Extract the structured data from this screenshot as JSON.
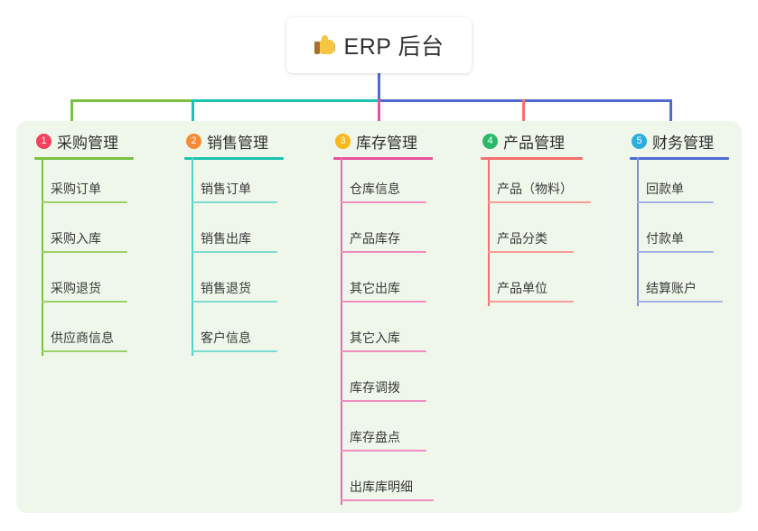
{
  "root": {
    "icon": "thumbs-up-icon",
    "title": "ERP 后台"
  },
  "colors": {
    "panel_bg": "#eef7e9",
    "card_bg": "#ffffff",
    "text": "#333333",
    "branch_1": "#7ac143",
    "branch_2": "#1dc3b2",
    "branch_3": "#e8509b",
    "branch_4": "#f4706e",
    "branch_5": "#4f6bd0",
    "badge_1": "#f4415c",
    "badge_2": "#f78a36",
    "badge_3": "#f8b819",
    "badge_4": "#2ab96a",
    "badge_5": "#2aaee0"
  },
  "branches": [
    {
      "number": "1",
      "title": "采购管理",
      "line_color": "#7ac143",
      "badge_color": "#f4415c",
      "leaves": [
        "采购订单",
        "采购入库",
        "采购退货",
        "供应商信息"
      ]
    },
    {
      "number": "2",
      "title": "销售管理",
      "line_color": "#1dc3b2",
      "badge_color": "#f78a36",
      "leaves": [
        "销售订单",
        "销售出库",
        "销售退货",
        "客户信息"
      ]
    },
    {
      "number": "3",
      "title": "库存管理",
      "line_color": "#e8509b",
      "badge_color": "#f8b819",
      "leaves": [
        "仓库信息",
        "产品库存",
        "其它出库",
        "其它入库",
        "库存调拨",
        "库存盘点",
        "出库库明细"
      ]
    },
    {
      "number": "4",
      "title": "产品管理",
      "line_color": "#f4706e",
      "badge_color": "#2ab96a",
      "leaves": [
        "产品（物料）",
        "产品分类",
        "产品单位"
      ]
    },
    {
      "number": "5",
      "title": "财务管理",
      "line_color": "#4f6bd0",
      "badge_color": "#2aaee0",
      "leaves": [
        "回款单",
        "付款单",
        "结算账户"
      ]
    }
  ]
}
